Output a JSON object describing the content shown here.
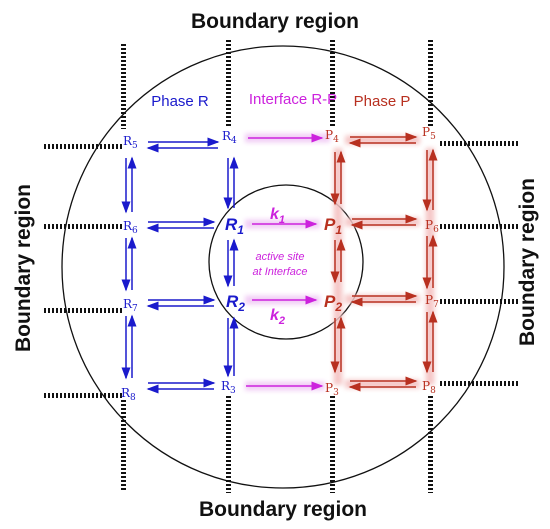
{
  "boundary": {
    "top": "Boundary region",
    "bottom": "Boundary region",
    "left": "Boundary region",
    "right": "Boundary region"
  },
  "phases": {
    "r": "Phase R",
    "interface": "Interface R-P",
    "p": "Phase P"
  },
  "center": {
    "line1": "active site",
    "line2": "at Interface"
  },
  "nodes": {
    "R5": {
      "base": "R",
      "sub": "5"
    },
    "R4": {
      "base": "R",
      "sub": "4"
    },
    "R6": {
      "base": "R",
      "sub": "6"
    },
    "R1": {
      "base": "R",
      "sub": "1"
    },
    "R7": {
      "base": "R",
      "sub": "7"
    },
    "R2": {
      "base": "R",
      "sub": "2"
    },
    "R8": {
      "base": "R",
      "sub": "8"
    },
    "R3": {
      "base": "R",
      "sub": "3"
    },
    "P4": {
      "base": "P",
      "sub": "4"
    },
    "P5": {
      "base": "P",
      "sub": "5"
    },
    "P1": {
      "base": "P",
      "sub": "1"
    },
    "P6": {
      "base": "P",
      "sub": "6"
    },
    "P2": {
      "base": "P",
      "sub": "2"
    },
    "P7": {
      "base": "P",
      "sub": "7"
    },
    "P3": {
      "base": "P",
      "sub": "3"
    },
    "P8": {
      "base": "P",
      "sub": "8"
    }
  },
  "rates": {
    "k1": {
      "base": "k",
      "sub": "1"
    },
    "k2": {
      "base": "k",
      "sub": "2"
    }
  },
  "colors": {
    "phase_r": "#1a1acc",
    "interface": "#cc22dd",
    "phase_p": "#b83020",
    "glow_p": "#f4c2c2",
    "glow_i": "#f0c8f4"
  }
}
